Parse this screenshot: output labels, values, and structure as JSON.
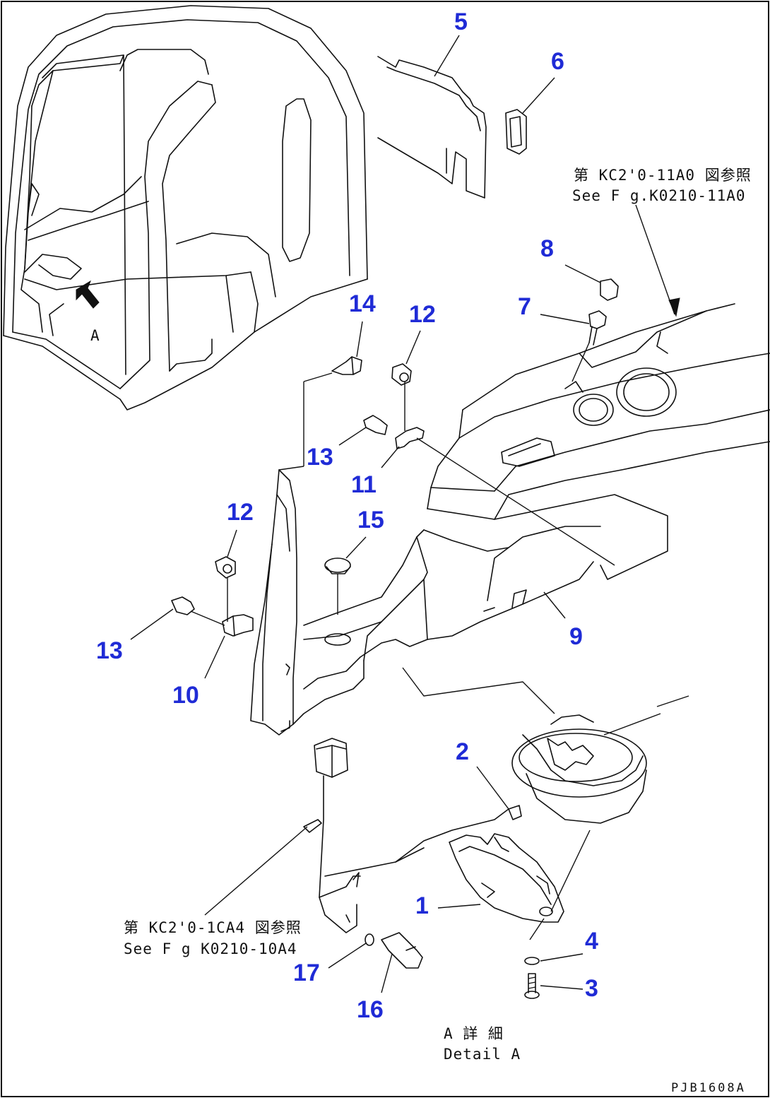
{
  "callouts": [
    {
      "label": "1"
    },
    {
      "label": "2"
    },
    {
      "label": "3"
    },
    {
      "label": "4"
    },
    {
      "label": "5"
    },
    {
      "label": "6"
    },
    {
      "label": "7"
    },
    {
      "label": "8"
    },
    {
      "label": "9"
    },
    {
      "label": "10"
    },
    {
      "label": "11"
    },
    {
      "label": "12"
    },
    {
      "label": "12"
    },
    {
      "label": "13"
    },
    {
      "label": "13"
    },
    {
      "label": "14"
    },
    {
      "label": "15"
    },
    {
      "label": "16"
    },
    {
      "label": "17"
    }
  ],
  "references": {
    "upper": {
      "line1": "第 KC2'0-11A0 図参照",
      "line2": "See F g.K0210-11A0"
    },
    "lower": {
      "line1": "第 KC2'0-1CA4 図参照",
      "line2": "See F g K0210-10A4"
    }
  },
  "view_marker": "A",
  "detail": {
    "line1": "A 詳 細",
    "line2": "Detail A"
  },
  "drawing_code": "PJB1608A"
}
